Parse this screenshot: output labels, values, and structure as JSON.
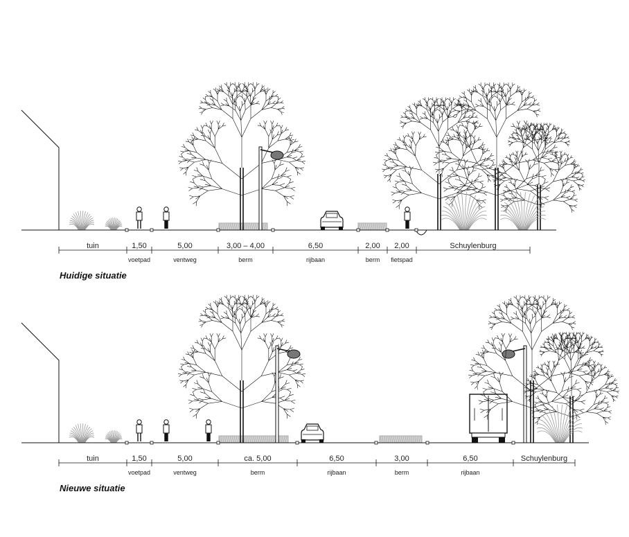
{
  "sections": [
    {
      "caption": "Huidige situatie",
      "dimensions": [
        {
          "value": "tuin",
          "label": ""
        },
        {
          "value": "1,50",
          "label": "voetpad"
        },
        {
          "value": "5,00",
          "label": "ventweg"
        },
        {
          "value": "3,00 – 4,00",
          "label": "berm"
        },
        {
          "value": "6,50",
          "label": "rijbaan"
        },
        {
          "value": "2,00",
          "label": "berm"
        },
        {
          "value": "2,00",
          "label": "fietspad"
        },
        {
          "value": "Schuylenburg",
          "label": ""
        }
      ]
    },
    {
      "caption": "Nieuwe situatie",
      "dimensions": [
        {
          "value": "tuin",
          "label": ""
        },
        {
          "value": "1,50",
          "label": "voetpad"
        },
        {
          "value": "5,00",
          "label": "ventweg"
        },
        {
          "value": "ca. 5,00",
          "label": "berm"
        },
        {
          "value": "6,50",
          "label": "rijbaan"
        },
        {
          "value": "3,00",
          "label": "berm"
        },
        {
          "value": "6,50",
          "label": "rijbaan"
        },
        {
          "value": "Schuylenburg",
          "label": ""
        }
      ]
    }
  ],
  "colors": {
    "line": "#222222",
    "hedge": "#a9a9a9",
    "shrub": "#9a9a9a",
    "ink": "#111111"
  }
}
